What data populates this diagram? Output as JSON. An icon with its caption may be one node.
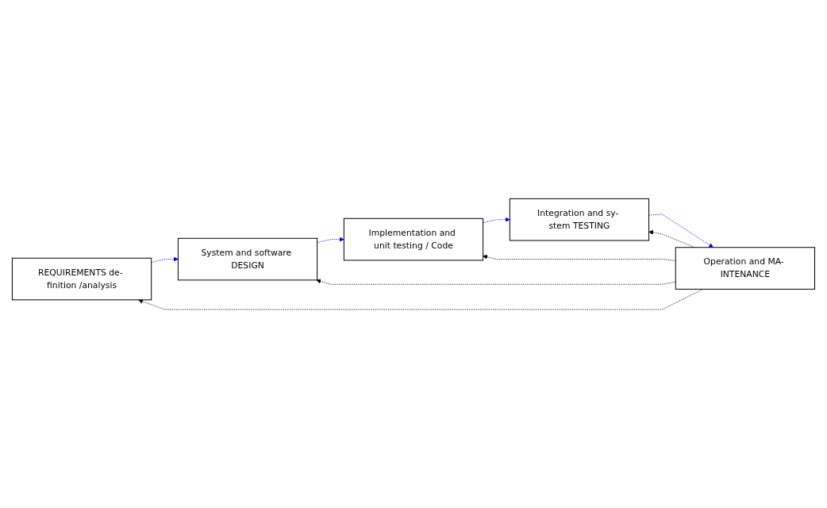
{
  "diagram": {
    "nodes": [
      {
        "text": [
          "REQUIREMENTS de- finition /analysis"
        ]
      },
      {
        "text": [
          "System and software DESIGN"
        ]
      },
      {
        "text": [
          "Implementation and unit testing / Code"
        ]
      },
      {
        "text": [
          "Integration and sy- stem TESTING"
        ]
      },
      {
        "text": [
          "Operation and MA- INTENANCE"
        ]
      }
    ],
    "edges": [
      {
        "from": 0,
        "to": 1,
        "arrow": "to",
        "style": "dashed",
        "color": "#0000ff"
      },
      {
        "from": 1,
        "to": 2,
        "arrow": "to",
        "style": "dashed",
        "color": "#0000ff"
      },
      {
        "from": 2,
        "to": 3,
        "arrow": "to",
        "style": "dashed",
        "color": "#0000ff"
      },
      {
        "from": 3,
        "to": 4,
        "arrow": "to",
        "style": "dashed",
        "color": "#0000ff"
      },
      {
        "from": 4,
        "to": 3,
        "arrow": "to",
        "style": "dashed",
        "color": "#000000"
      },
      {
        "from": 4,
        "to": 2,
        "arrow": "to",
        "style": "dashed",
        "color": "#000000"
      },
      {
        "from": 4,
        "to": 1,
        "arrow": "to",
        "style": "dashed",
        "color": "#000000"
      },
      {
        "from": 4,
        "to": 0,
        "arrow": "to",
        "style": "dashed",
        "color": "#000000"
      }
    ]
  }
}
